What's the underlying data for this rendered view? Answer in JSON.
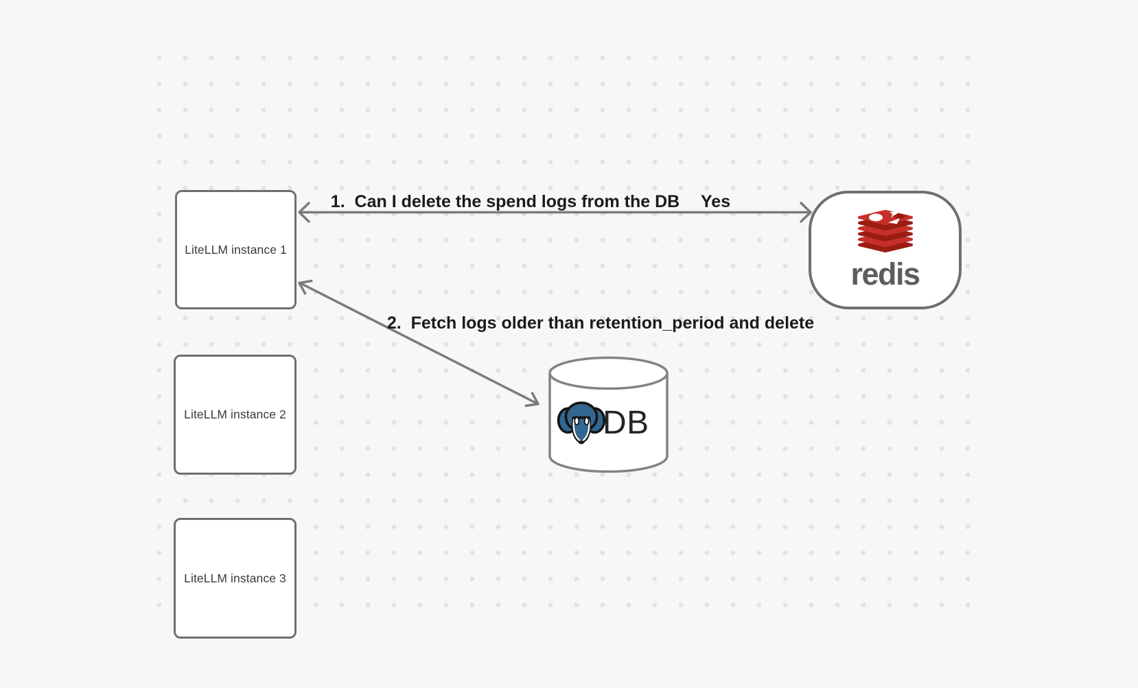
{
  "canvas": {
    "background_color": "#f7f7f7",
    "dot_grid_color": "#e3e3e3"
  },
  "nodes": {
    "litellm_instances": [
      {
        "label": "LiteLLM instance 1"
      },
      {
        "label": "LiteLLM instance 2"
      },
      {
        "label": "LiteLLM instance 3"
      }
    ],
    "redis": {
      "label": "redis",
      "logo": "redis-stacked-slabs-logo",
      "brand_red": "#c6302b",
      "brand_red_dark": "#9b1c13",
      "wordmark_color": "#5d5d5d"
    },
    "database": {
      "label": "DB",
      "logo": "postgresql-elephant-logo",
      "elephant_blue": "#336791"
    }
  },
  "arrows": [
    {
      "label": "1.  Can I delete the spend logs from the DB",
      "response_label": "Yes",
      "between": [
        "LiteLLM instance 1",
        "redis"
      ],
      "direction": "both"
    },
    {
      "label": "2.  Fetch logs older than retention_period and delete",
      "between": [
        "LiteLLM instance 1",
        "DB"
      ],
      "direction": "both"
    }
  ],
  "colors": {
    "arrow_stroke": "#7b7b7b",
    "shape_border": "#6f6f6f",
    "cylinder_border": "#838383",
    "label_text": "#1b1b1b",
    "box_label_text": "#3a3a3a"
  }
}
